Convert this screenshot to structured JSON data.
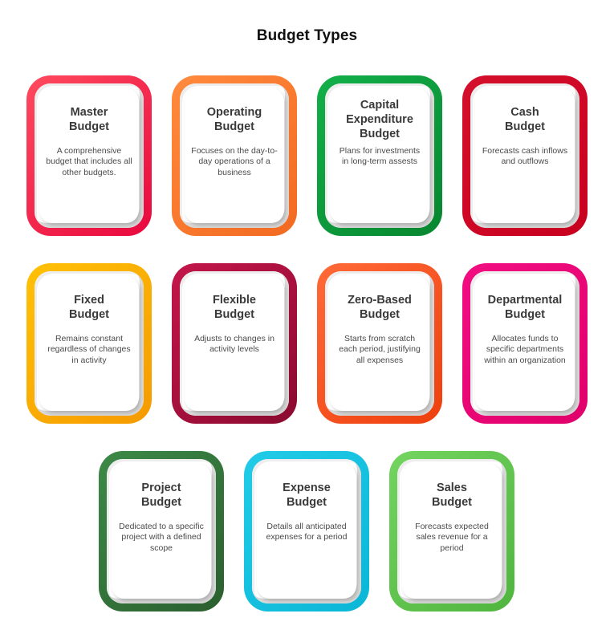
{
  "title": "Budget Types",
  "cards": [
    {
      "heading_lines": [
        "Master",
        "Budget"
      ],
      "description": "A comprehensive budget that includes all other budgets.",
      "color_start": "#ff4a5e",
      "color_end": "#e8083e"
    },
    {
      "heading_lines": [
        "Operating",
        "Budget"
      ],
      "description": "Focuses on the day-to-day operations of a business",
      "color_start": "#ff8a3d",
      "color_end": "#f26a22"
    },
    {
      "heading_lines": [
        "Capital",
        "Expenditure",
        "Budget"
      ],
      "description": "Plans for investments in long-term assests",
      "color_start": "#12b04a",
      "color_end": "#08862f"
    },
    {
      "heading_lines": [
        "Cash",
        "Budget"
      ],
      "description": "Forecasts cash inflows and outflows",
      "color_start": "#d4102c",
      "color_end": "#c8001f"
    },
    {
      "heading_lines": [
        "Fixed",
        "Budget"
      ],
      "description": "Remains constant regardless of changes in activity",
      "color_start": "#ffc107",
      "color_end": "#f59a00"
    },
    {
      "heading_lines": [
        "Flexible",
        "Budget"
      ],
      "description": "Adjusts to changes in activity levels",
      "color_start": "#c4164a",
      "color_end": "#8a0a30"
    },
    {
      "heading_lines": [
        "Zero-Based",
        "Budget"
      ],
      "description": "Starts from scratch each period, justifying all expenses",
      "color_start": "#ff6a38",
      "color_end": "#ee3f0e"
    },
    {
      "heading_lines": [
        "Departmental",
        "Budget"
      ],
      "description": "Allocates funds to specific departments within an organization",
      "color_start": "#f20e82",
      "color_end": "#e0006a"
    },
    {
      "heading_lines": [
        "Project",
        "Budget"
      ],
      "description": "Dedicated to a specific project with a defined scope",
      "color_start": "#3d8a48",
      "color_end": "#2a5f2e"
    },
    {
      "heading_lines": [
        "Expense",
        "Budget"
      ],
      "description": "Details all anticipated expenses for a period",
      "color_start": "#22cce8",
      "color_end": "#0ab6d6"
    },
    {
      "heading_lines": [
        "Sales",
        "Budget"
      ],
      "description": "Forecasts expected sales revenue for a period",
      "color_start": "#74d460",
      "color_end": "#4fb53e"
    }
  ]
}
